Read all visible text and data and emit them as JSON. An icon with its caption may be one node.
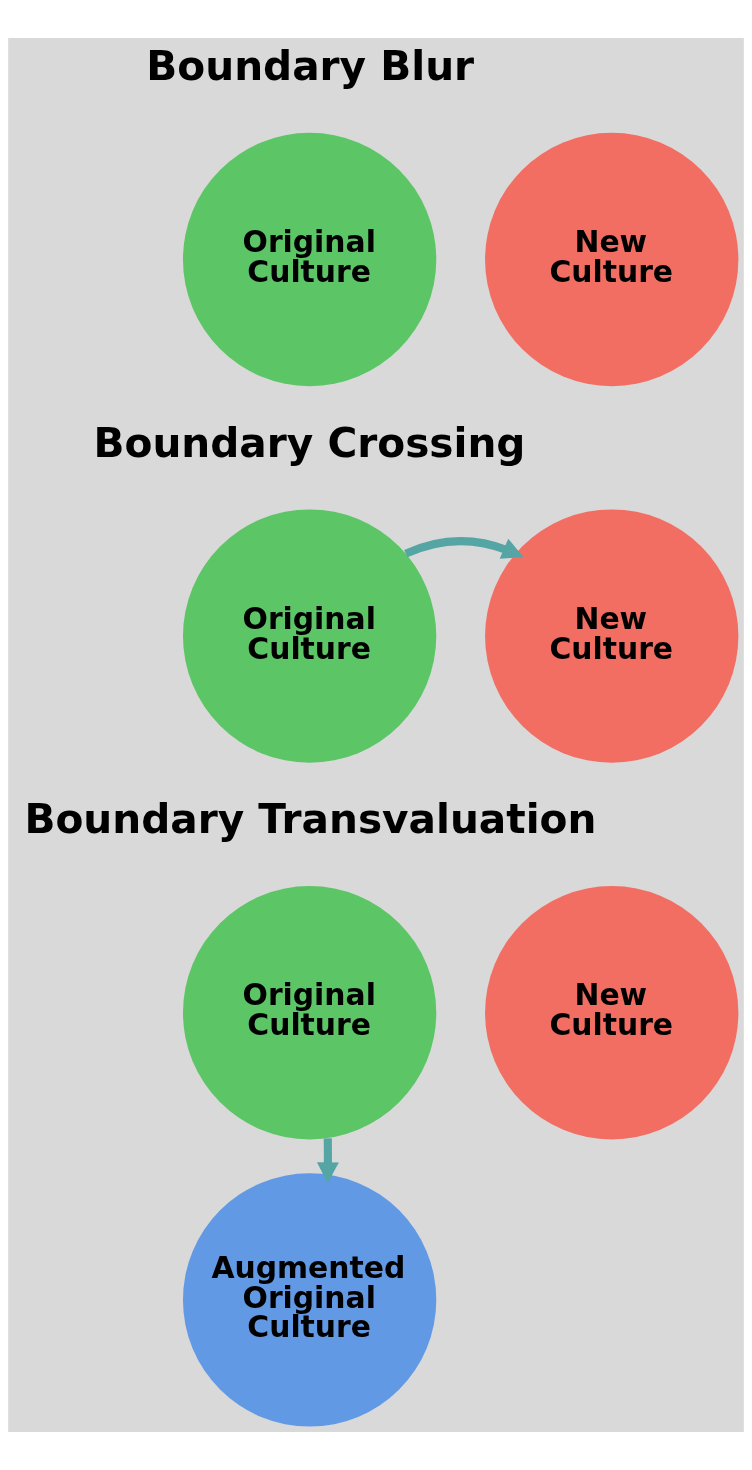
{
  "diagram": {
    "nodes": [
      {
        "text": [
          "Original Culture"
        ]
      },
      {
        "text": [
          "New Culture"
        ]
      },
      {
        "text": [
          "Original Culture"
        ]
      },
      {
        "text": [
          "New Culture"
        ]
      },
      {
        "text": [
          "Original Culture"
        ]
      },
      {
        "text": [
          "New Culture"
        ]
      },
      {
        "text": [
          "Augmented Original Culture"
        ]
      }
    ],
    "edges": [
      {
        "from": 2,
        "to": 3,
        "arrow": "to"
      },
      {
        "from": 4,
        "to": 6,
        "arrow": "to"
      }
    ],
    "labels": [
      "Boundary Blur",
      "Boundary Crossing",
      "Boundary Transvaluation"
    ]
  }
}
